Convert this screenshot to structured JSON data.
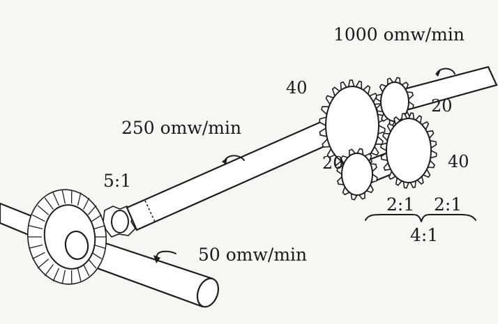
{
  "labels": {
    "speed_output": "1000 omw/min",
    "speed_middle": "250 omw/min",
    "speed_input": "50 omw/min",
    "bevel_ratio": "5:1",
    "gear_top_40": "40",
    "gear_top_20": "20",
    "gear_lower_20": "20",
    "gear_lower_40": "40",
    "ratio_first": "2:1",
    "ratio_second": "2:1",
    "ratio_total": "4:1"
  },
  "colors": {
    "ink": "#1c1c1c",
    "paper": "#f7f6f2"
  }
}
